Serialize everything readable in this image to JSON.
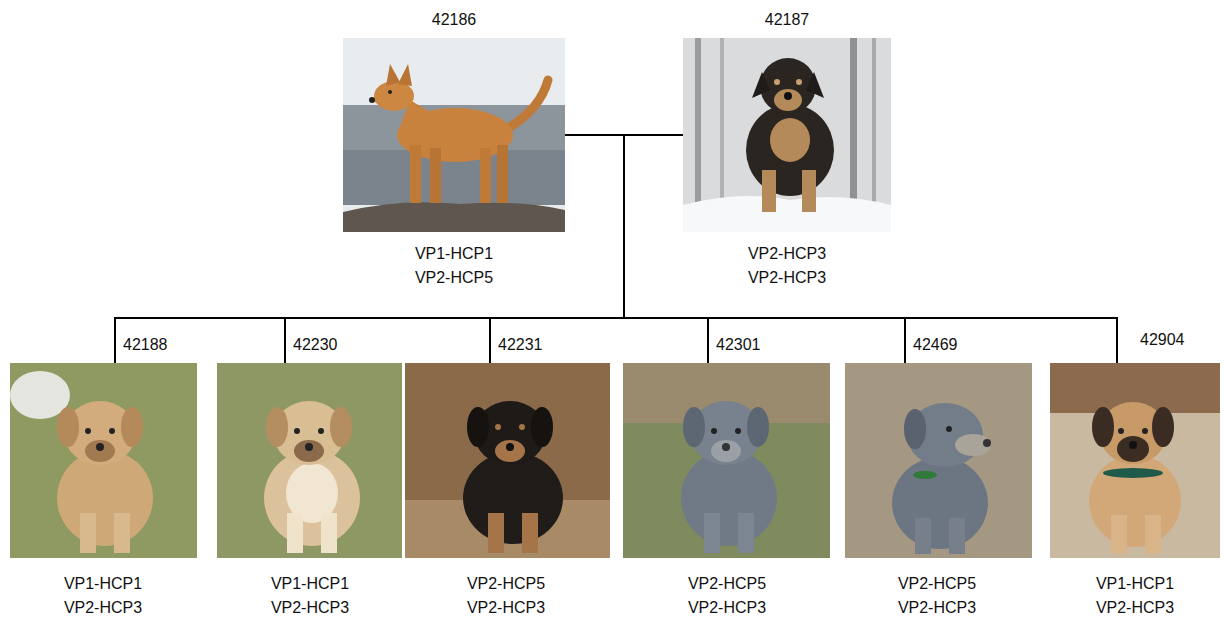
{
  "diagram": {
    "nodes": [
      {
        "text": [
          "42186",
          "VP1-HCP1 VP2-HCP5"
        ]
      },
      {
        "text": [
          "42187",
          "VP2-HCP3 VP2-HCP3"
        ]
      },
      {
        "text": [
          "42188",
          "VP1-HCP1 VP2-HCP3"
        ]
      },
      {
        "text": [
          "42230",
          "VP1-HCP1 VP2-HCP3"
        ]
      },
      {
        "text": [
          "42231",
          "VP2-HCP5 VP2-HCP3"
        ]
      },
      {
        "text": [
          "42301",
          "VP2-HCP5 VP2-HCP3"
        ]
      },
      {
        "text": [
          "42469",
          "VP2-HCP5 VP2-HCP3"
        ]
      },
      {
        "text": [
          "42904",
          "VP1-HCP1 VP2-HCP3"
        ]
      }
    ],
    "edges": [
      {
        "from": 0,
        "to": 1,
        "arrow": "none"
      },
      {
        "from": 0,
        "to": 2,
        "arrow": "none"
      },
      {
        "from": 0,
        "to": 3,
        "arrow": "none"
      },
      {
        "from": 0,
        "to": 4,
        "arrow": "none"
      },
      {
        "from": 0,
        "to": 5,
        "arrow": "none"
      },
      {
        "from": 0,
        "to": 6,
        "arrow": "none"
      },
      {
        "from": 0,
        "to": 7,
        "arrow": "none"
      },
      {
        "from": 1,
        "to": 2,
        "arrow": "none"
      },
      {
        "from": 1,
        "to": 3,
        "arrow": "none"
      },
      {
        "from": 1,
        "to": 4,
        "arrow": "none"
      },
      {
        "from": 1,
        "to": 5,
        "arrow": "none"
      },
      {
        "from": 1,
        "to": 6,
        "arrow": "none"
      },
      {
        "from": 1,
        "to": 7,
        "arrow": "none"
      }
    ]
  }
}
